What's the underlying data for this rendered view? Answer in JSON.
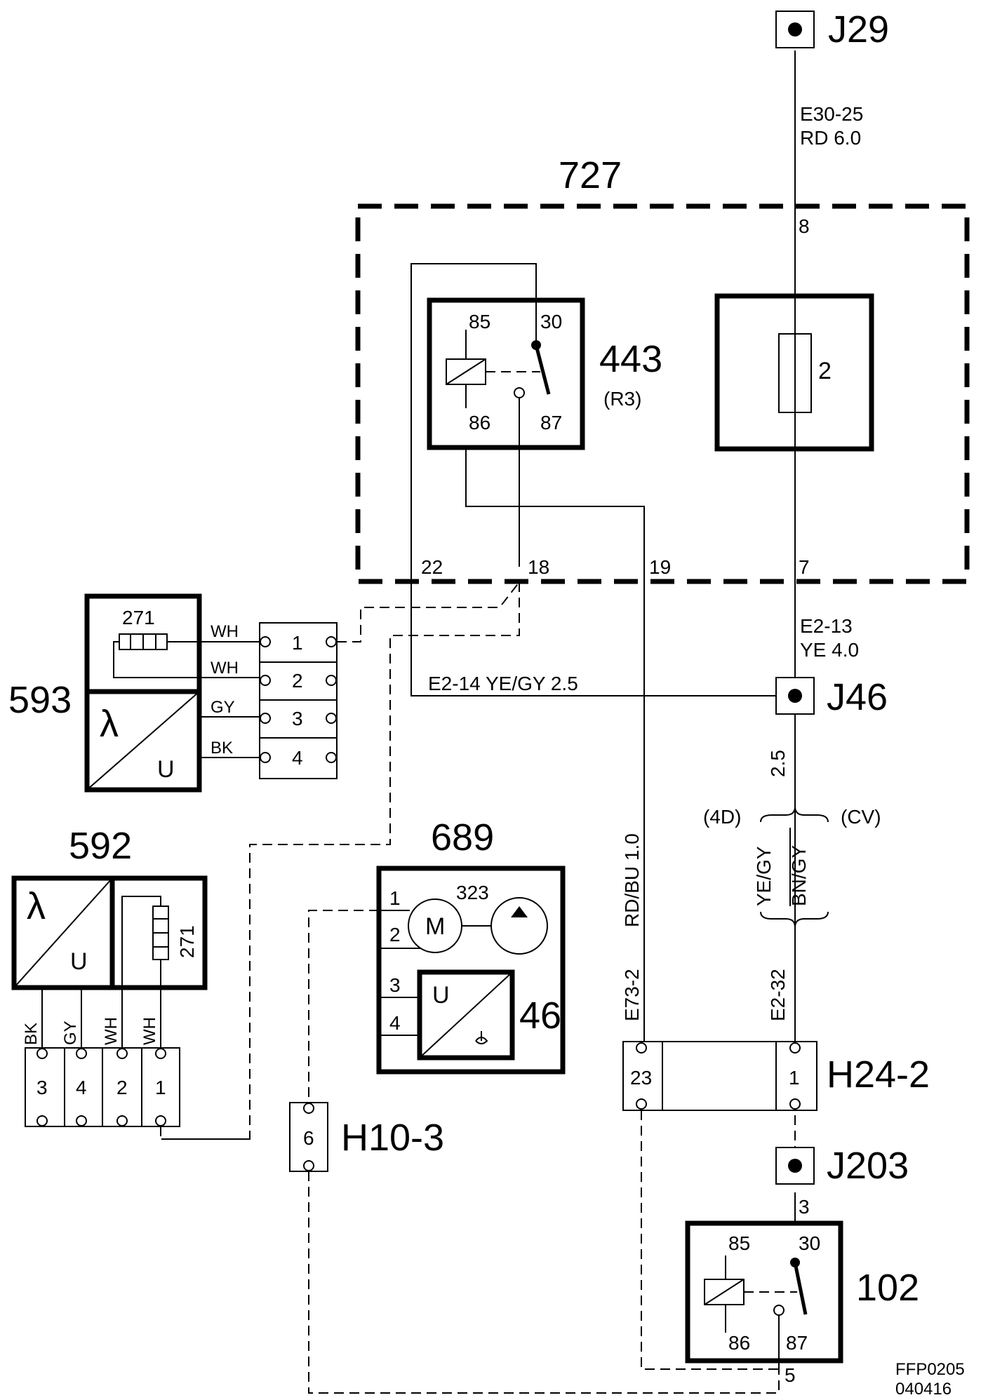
{
  "components": {
    "c727": "727",
    "c443": "443",
    "c443_sub": "(R3)",
    "c593": "593",
    "c592": "592",
    "c689": "689",
    "c323": "323",
    "c46": "46",
    "c102": "102",
    "c271": "271",
    "fuse": "2",
    "motor": "M",
    "lambda": "λ",
    "volt": "U"
  },
  "junctions": {
    "j29": "J29",
    "j46": "J46",
    "j203": "J203",
    "h24": "H24-2",
    "h10": "H10-3"
  },
  "wires": {
    "w_top_code": "E30-25",
    "w_top_spec": "RD   6.0",
    "w_mid_code": "E2-13",
    "w_mid_spec": "YE  4.0",
    "w_e214": "E2-14  YE/GY  2.5",
    "w_25": "2.5",
    "w_rdbu": "RD/BU  1.0",
    "w_e73": "E73-2",
    "w_e232": "E2-32",
    "w_yegy": "YE/GY",
    "w_bngy": "BN/GY",
    "v4d": "(4D)",
    "vcv": "(CV)"
  },
  "pins": {
    "p8": "8",
    "p7": "7",
    "p22": "22",
    "p18": "18",
    "p19": "19",
    "r85": "85",
    "r30": "30",
    "r86": "86",
    "r87": "87",
    "b85": "85",
    "b30": "30",
    "b86": "86",
    "b87": "87",
    "j203_3": "3",
    "j203_5": "5",
    "h24_23": "23",
    "h24_1": "1",
    "h10_6": "6",
    "m1": "1",
    "m2": "2",
    "m3": "3",
    "m4": "4",
    "c593_1": "1",
    "c593_2": "2",
    "c593_3": "3",
    "c593_4": "4",
    "c592_3": "3",
    "c592_4": "4",
    "c592_2": "2",
    "c592_1": "1"
  },
  "colors593": {
    "p1": "WH",
    "p2": "WH",
    "p3": "GY",
    "p4": "BK"
  },
  "colors592": {
    "p3": "BK",
    "p4": "GY",
    "p2": "WH",
    "p1": "WH"
  },
  "footer": {
    "code": "FFP0205",
    "date": "040416"
  }
}
